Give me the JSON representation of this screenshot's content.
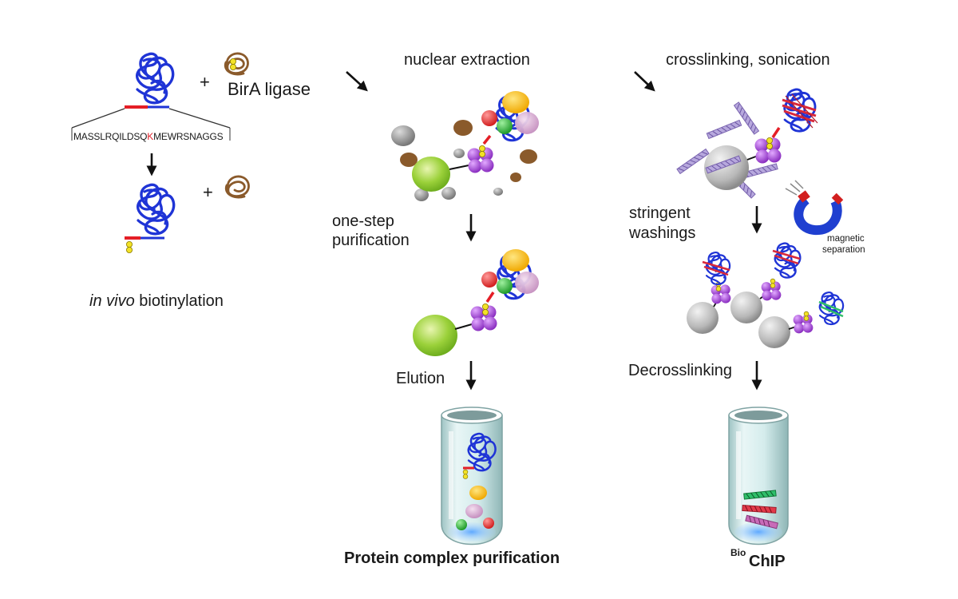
{
  "labels": {
    "plus_1": "+",
    "plus_2": "+",
    "birA": "BirA ligase",
    "sequence_pre": "MASSLRQILDSQ",
    "sequence_k": "K",
    "sequence_post": "MEWRSNAGGS",
    "invivo_italic": "in vivo",
    "invivo_rest": " biotinylation",
    "nuclear_extraction": "nuclear extraction",
    "crosslinking": "crosslinking, sonication",
    "one_step_1": "one-step",
    "one_step_2": "purification",
    "stringent_1": "stringent",
    "stringent_2": "washings",
    "magnetic_1": "magnetic",
    "magnetic_2": "separation",
    "elution": "Elution",
    "decrosslinking": "Decrosslinking",
    "protein_complex": "Protein complex purification",
    "bio_sup": "Bio",
    "chip": "ChIP"
  },
  "colors": {
    "protein": "#1f34d6",
    "tag": "#e41e26",
    "biotin": "#f2e227",
    "ligase": "#8a5a2b",
    "complex_orange": "#f7b500",
    "complex_red": "#e83a3a",
    "complex_green": "#2fae3a",
    "complex_pink": "#d9a3c8",
    "bead_green": "#9bd13a",
    "bead_gray": "#a9a9a9",
    "streptavidin": "#9b3fc9",
    "dna_purple": "#9a86c9",
    "dna_green": "#2fbf6a"
  }
}
